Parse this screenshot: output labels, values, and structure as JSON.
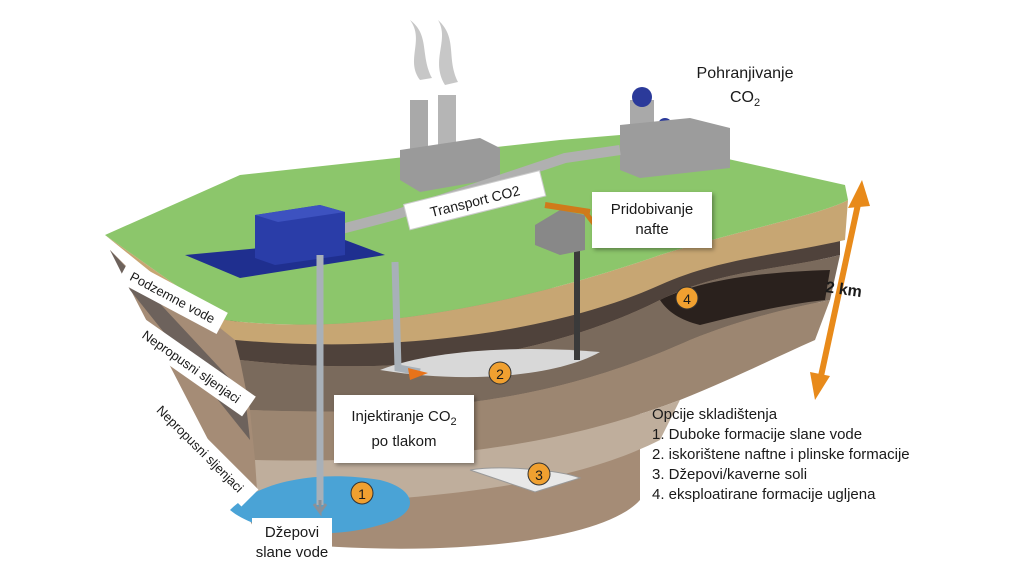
{
  "storage_title": {
    "line1": "Pohranjivanje",
    "line2_main": "CO",
    "line2_sub": "2"
  },
  "transport_label": "Transport CO2",
  "oil_extraction": {
    "line1": "Pridobivanje",
    "line2": "nafte"
  },
  "depth_label": "2 km",
  "layer_labels": {
    "groundwater": "Podzemne vode",
    "seal1": "Nepropusni sljenjaci",
    "seal2": "Nepropusni sljenjaci"
  },
  "injection": {
    "line1_main": "Injektiranje CO",
    "line1_sub": "2",
    "line2": "po tlakom"
  },
  "brine_pockets": {
    "line1": "Džepovi",
    "line2": "slane vode"
  },
  "markers": [
    "1",
    "2",
    "3",
    "4"
  ],
  "legend": {
    "title": "Opcije skladištenja",
    "items": [
      "1. Duboke formacije slane vode",
      "2. iskorištene naftne i plinske formacije",
      "3. Džepovi/kaverne soli",
      "4. eksploatirane formacije ugljena"
    ]
  },
  "colors": {
    "grass": "#8cc66b",
    "soil": "#c8a874",
    "dark_layer": "#4a3f3a",
    "rock": "#a88f78",
    "brine": "#4aa3d6",
    "plant": "#2b3a9a",
    "marker": "#f0a030",
    "arrow": "#e88a1a"
  }
}
